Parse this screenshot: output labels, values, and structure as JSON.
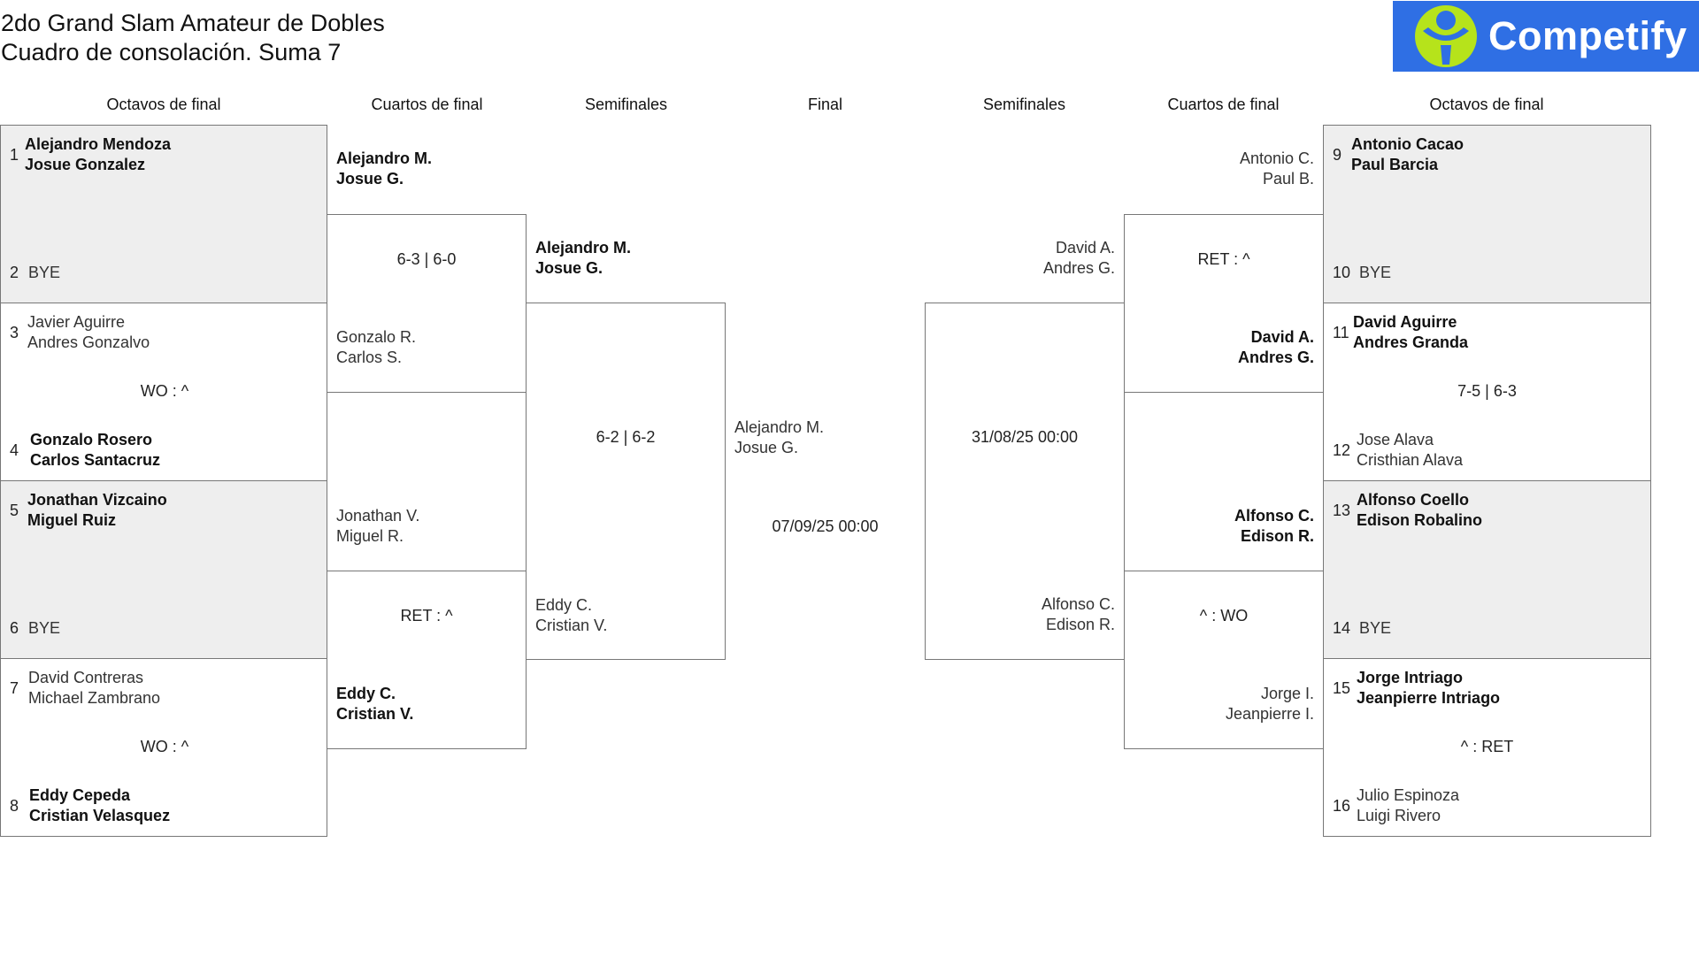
{
  "header": {
    "title": "2do Grand Slam Amateur de Dobles",
    "subtitle": "Cuadro de consolación. Suma 7"
  },
  "brand": {
    "name": "Competify",
    "color": "#2f6fe4",
    "logo_icon": "person-logo-icon",
    "accent": "#b6e31b"
  },
  "rounds": {
    "l_r16": "Octavos de final",
    "l_qf": "Cuartos de final",
    "l_sf": "Semifinales",
    "final": "Final",
    "r_sf": "Semifinales",
    "r_qf": "Cuartos de final",
    "r_r16": "Octavos de final"
  },
  "left_r16": [
    {
      "seed1": "1",
      "p1a": "Alejandro Mendoza",
      "p1b": "Josue Gonzalez",
      "seed2": "2",
      "p2a": "BYE",
      "p2b": "",
      "score": ""
    },
    {
      "seed1": "3",
      "p1a": "Javier Aguirre",
      "p1b": "Andres Gonzalvo",
      "seed2": "4",
      "p2a": "Gonzalo Rosero",
      "p2b": "Carlos Santacruz",
      "score": "WO : ^"
    },
    {
      "seed1": "5",
      "p1a": "Jonathan Vizcaino",
      "p1b": "Miguel Ruiz",
      "seed2": "6",
      "p2a": "BYE",
      "p2b": "",
      "score": ""
    },
    {
      "seed1": "7",
      "p1a": "David Contreras",
      "p1b": "Michael Zambrano",
      "seed2": "8",
      "p2a": "Eddy Cepeda",
      "p2b": "Cristian Velasquez",
      "score": "WO : ^"
    }
  ],
  "left_qf": [
    {
      "p1a": "Alejandro M.",
      "p1b": "Josue G.",
      "p2a": "Gonzalo R.",
      "p2b": "Carlos S.",
      "score": "6-3 | 6-0"
    },
    {
      "p1a": "Jonathan V.",
      "p1b": "Miguel R.",
      "p2a": "Eddy C.",
      "p2b": "Cristian V.",
      "score": "RET : ^"
    }
  ],
  "left_sf": {
    "p1a": "Alejandro M.",
    "p1b": "Josue G.",
    "p2a": "Eddy C.",
    "p2b": "Cristian V.",
    "score": "6-2 | 6-2"
  },
  "final": {
    "p1a": "Alejandro M.",
    "p1b": "Josue G.",
    "date": "07/09/25 00:00"
  },
  "right_sf": {
    "p1a": "David A.",
    "p1b": "Andres G.",
    "p2a": "Alfonso C.",
    "p2b": "Edison R.",
    "date": "31/08/25 00:00"
  },
  "right_qf": [
    {
      "p1a": "Antonio C.",
      "p1b": "Paul B.",
      "p2a": "David A.",
      "p2b": "Andres G.",
      "score": "RET : ^"
    },
    {
      "p1a": "Alfonso C.",
      "p1b": "Edison R.",
      "p2a": "Jorge I.",
      "p2b": "Jeanpierre I.",
      "score": "^ : WO"
    }
  ],
  "right_r16": [
    {
      "seed1": "9",
      "p1a": "Antonio Cacao",
      "p1b": "Paul Barcia",
      "seed2": "10",
      "p2a": "BYE",
      "p2b": "",
      "score": ""
    },
    {
      "seed1": "11",
      "p1a": "David Aguirre",
      "p1b": "Andres Granda",
      "seed2": "12",
      "p2a": "Jose Alava",
      "p2b": "Cristhian Alava",
      "score": "7-5 | 6-3"
    },
    {
      "seed1": "13",
      "p1a": "Alfonso Coello",
      "p1b": "Edison Robalino",
      "seed2": "14",
      "p2a": "BYE",
      "p2b": "",
      "score": ""
    },
    {
      "seed1": "15",
      "p1a": "Jorge Intriago",
      "p1b": "Jeanpierre Intriago",
      "seed2": "16",
      "p2a": "Julio Espinoza",
      "p2b": "Luigi Rivero",
      "score": "^ : RET"
    }
  ]
}
